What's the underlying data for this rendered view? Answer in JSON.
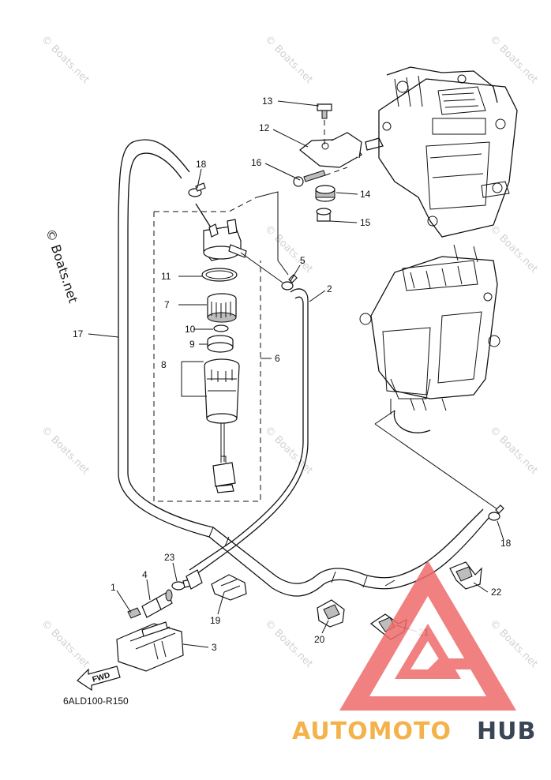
{
  "watermark_text": "© Boats.net",
  "diagram_code": "6ALD100-R150",
  "fwd_label": "FWD",
  "brand": {
    "part1": "AUTOMOTO",
    "part2": "HUB"
  },
  "parts": [
    {
      "key": "1",
      "text": "1"
    },
    {
      "key": "2",
      "text": "2"
    },
    {
      "key": "3",
      "text": "3"
    },
    {
      "key": "4",
      "text": "4"
    },
    {
      "key": "5",
      "text": "5"
    },
    {
      "key": "6",
      "text": "6"
    },
    {
      "key": "7",
      "text": "7"
    },
    {
      "key": "8",
      "text": "8"
    },
    {
      "key": "9",
      "text": "9"
    },
    {
      "key": "10",
      "text": "10"
    },
    {
      "key": "11",
      "text": "11"
    },
    {
      "key": "12",
      "text": "12"
    },
    {
      "key": "13",
      "text": "13"
    },
    {
      "key": "14",
      "text": "14"
    },
    {
      "key": "15",
      "text": "15"
    },
    {
      "key": "16",
      "text": "16"
    },
    {
      "key": "17",
      "text": "17"
    },
    {
      "key": "18a",
      "text": "18"
    },
    {
      "key": "18b",
      "text": "18"
    },
    {
      "key": "19",
      "text": "19"
    },
    {
      "key": "20",
      "text": "20"
    },
    {
      "key": "21",
      "text": "21"
    },
    {
      "key": "22",
      "text": "22"
    },
    {
      "key": "23",
      "text": "23"
    }
  ]
}
